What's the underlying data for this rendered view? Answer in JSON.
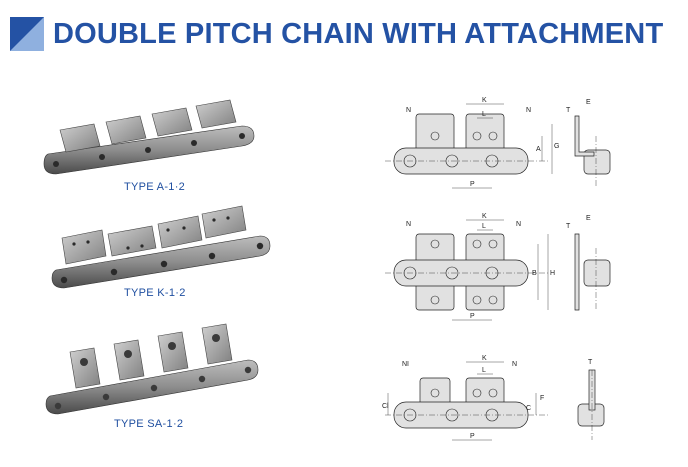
{
  "page": {
    "title": "DOUBLE PITCH CHAIN WITH ATTACHMENT"
  },
  "colors": {
    "title_blue": "#2452a4",
    "plate_gray": "#e1e1e1",
    "label_blue": "#1f4fa0"
  },
  "icons": [
    "title-square-icon"
  ],
  "types": [
    {
      "label": "TYPE A-1·2"
    },
    {
      "label": "TYPE K-1·2"
    },
    {
      "label": "TYPE SA-1·2"
    }
  ],
  "drawings": {
    "a": {
      "n1": "N",
      "n2": "N",
      "k": "K",
      "l": "L",
      "p": "P",
      "a": "A",
      "g": "G",
      "t": "T",
      "e": "E"
    },
    "k": {
      "n1": "N",
      "n2": "N",
      "k": "K",
      "l": "L",
      "p": "P",
      "b": "B",
      "h": "H",
      "t": "T",
      "e": "E"
    },
    "sa": {
      "n1": "NI",
      "n2": "N",
      "k": "K",
      "l": "L",
      "p": "P",
      "c": "C",
      "cl": "Cl",
      "f": "F",
      "t": "T"
    }
  }
}
